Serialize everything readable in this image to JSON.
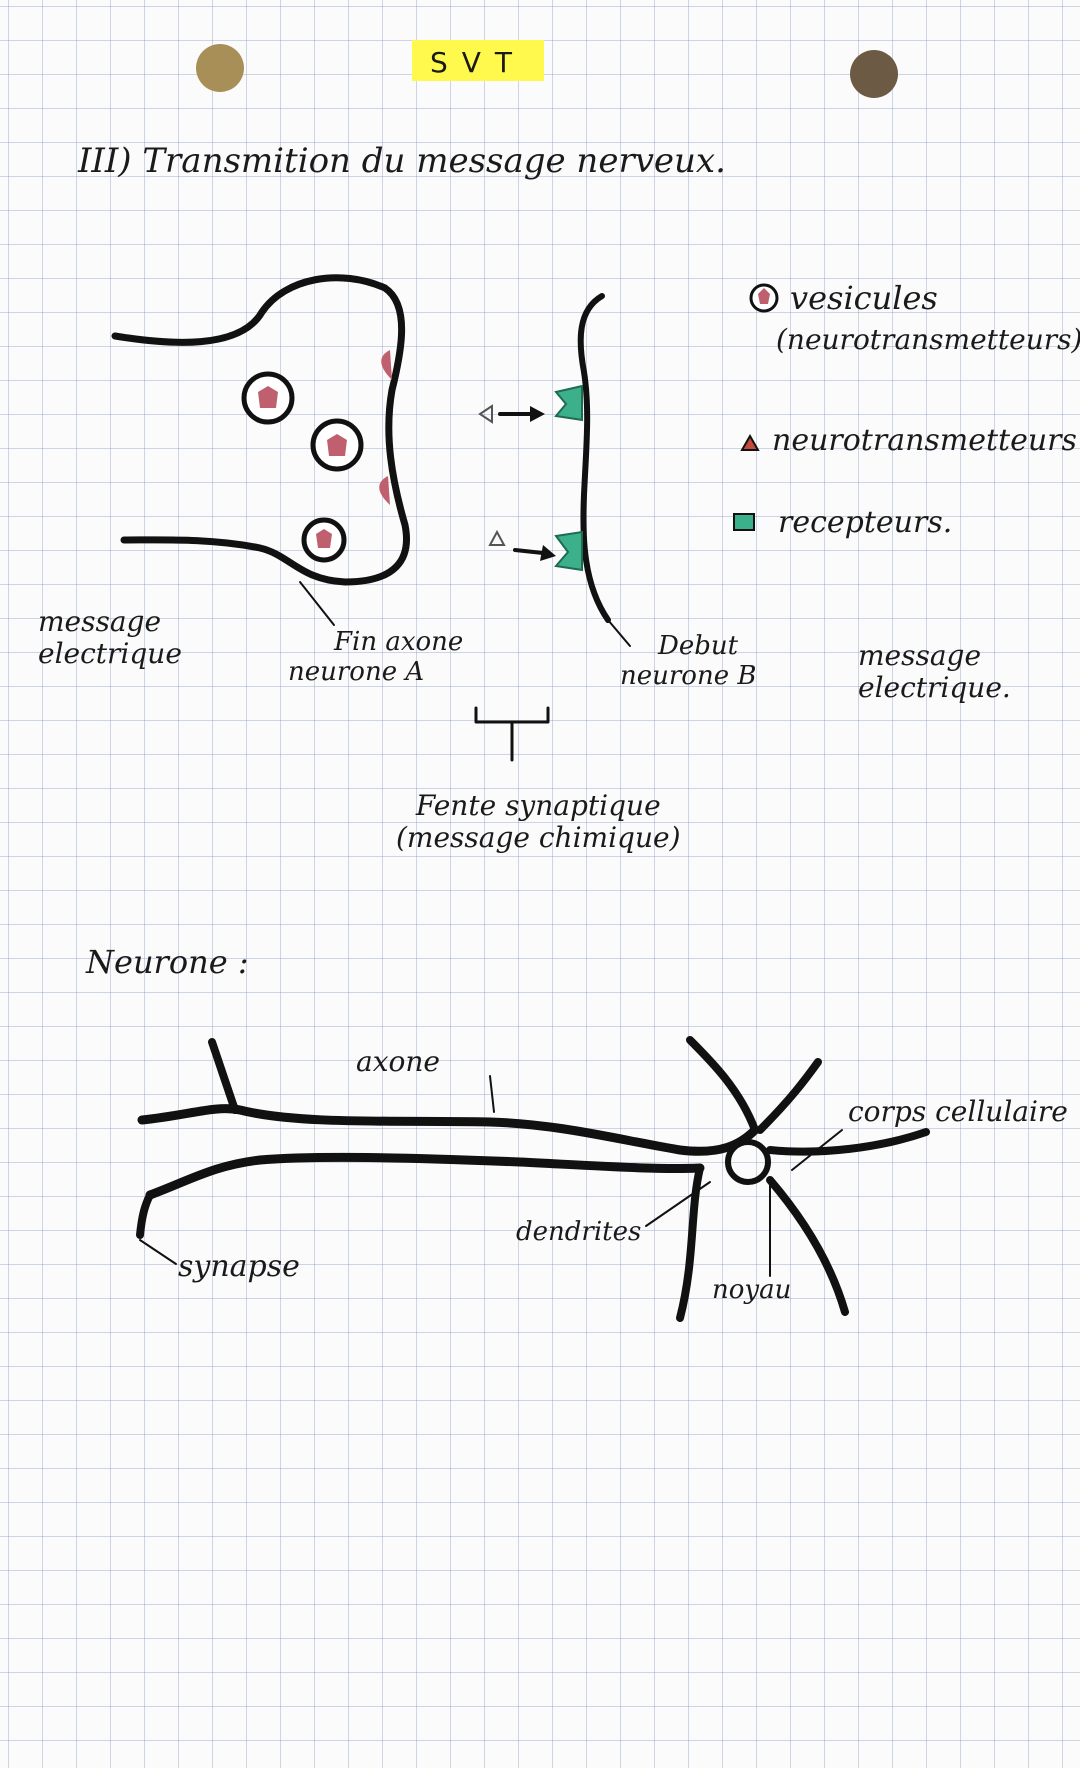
{
  "title": "SVT",
  "heading": "III) Transmition du message nerveux.",
  "synapse_diagram": {
    "legend": {
      "vesicules": "vesicules",
      "vesicules_sub": "(neurotransmetteurs)",
      "neurotransmetteurs": "neurotransmetteurs",
      "recepteurs": "recepteurs."
    },
    "left_message": [
      "message",
      "electrique"
    ],
    "fin_axone": [
      "Fin axone",
      "neurone A"
    ],
    "debut": [
      "Debut",
      "neurone B"
    ],
    "right_message": [
      "message",
      "electrique."
    ],
    "fente": [
      "Fente synaptique",
      "(message chimique)"
    ]
  },
  "neuron_diagram": {
    "heading": "Neurone :",
    "axone": "axone",
    "corps": "corps cellulaire",
    "synapse": "synapse",
    "dendrites": "dendrites",
    "noyau": "noyau"
  },
  "colors": {
    "ink": "#1a1a1a",
    "highlight": "#fff94d",
    "receptor": "#3bb08a",
    "vesicle": "#c0606e",
    "hole_left": "#a88f58",
    "hole_right": "#6d5a45"
  }
}
